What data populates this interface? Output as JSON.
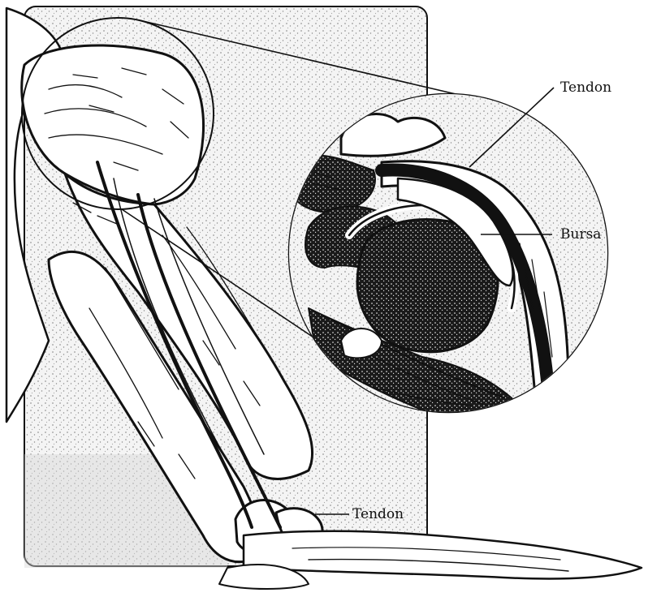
{
  "labels": {
    "tendon_top": "Tendon",
    "bursa": "Bursa",
    "tendon_bottom": "Tendon"
  },
  "colors": {
    "ink": "#111111",
    "paper": "#ffffff",
    "stipple": "#9a9a9a",
    "panel": "#e9e9e9"
  }
}
